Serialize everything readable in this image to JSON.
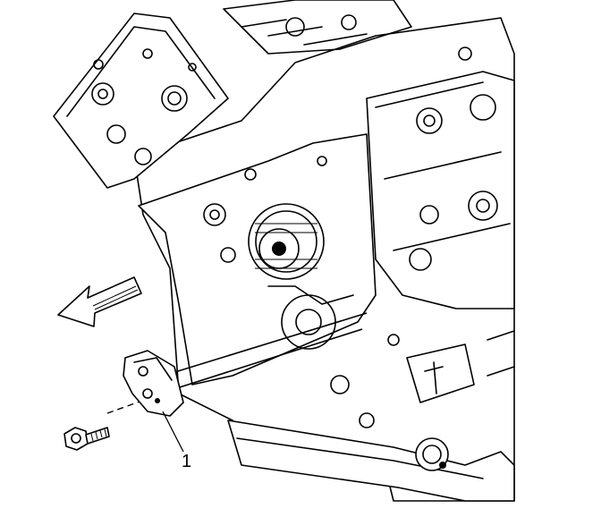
{
  "figure": {
    "callouts": [
      {
        "id": "callout-1",
        "label": "1"
      }
    ],
    "direction_arrow": "removal-direction-arrow"
  }
}
